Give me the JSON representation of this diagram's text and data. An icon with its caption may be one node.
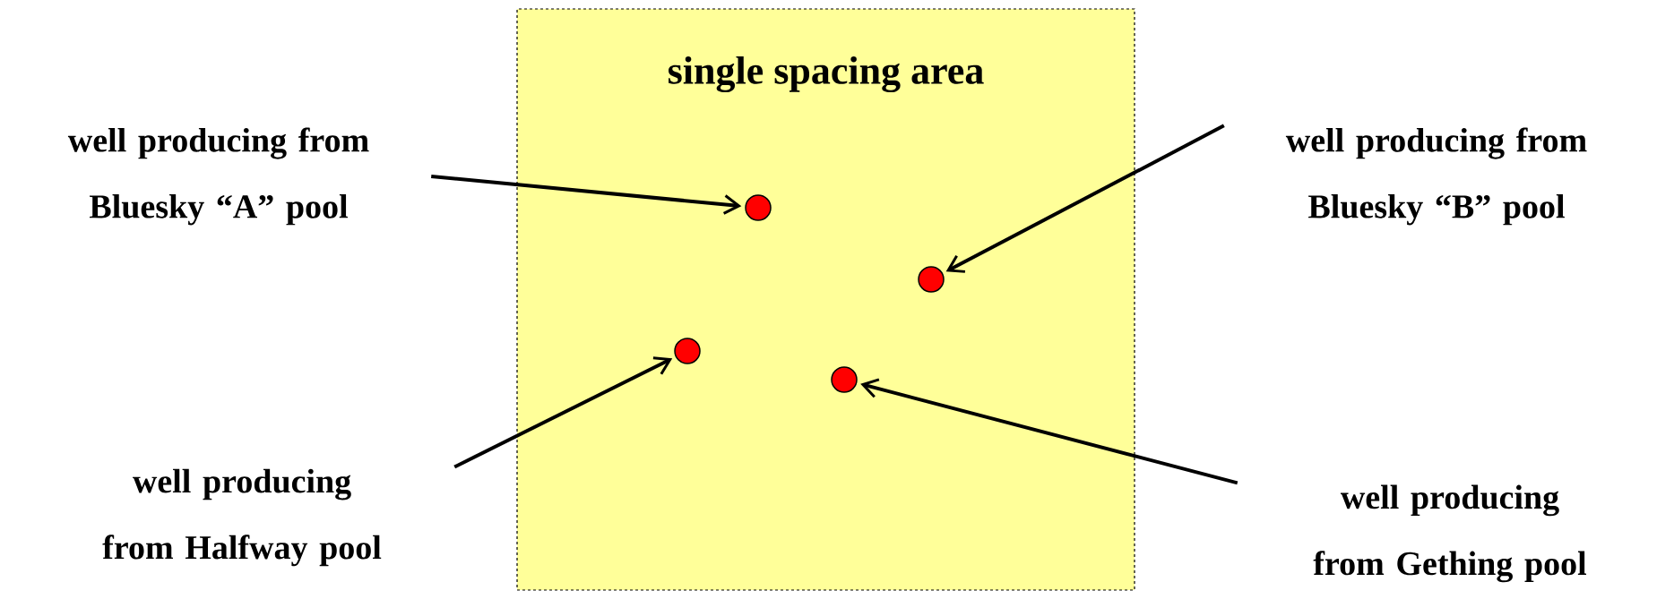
{
  "diagram": {
    "nodes": [
      {
        "text": [
          "single spacing area"
        ]
      },
      {
        "text": [],
        "shape": "circle",
        "in": 0
      },
      {
        "text": [],
        "shape": "circle",
        "in": 0
      },
      {
        "text": [],
        "shape": "circle",
        "in": 0
      },
      {
        "text": [],
        "shape": "circle",
        "in": 0
      },
      {
        "text": [
          "well producing from Bluesky “A” pool"
        ]
      },
      {
        "text": [
          "well producing from Bluesky “B” pool"
        ]
      },
      {
        "text": [
          "well producing from Halfway pool"
        ]
      },
      {
        "text": [
          "well producing from Gething pool"
        ]
      }
    ],
    "edges": [
      {
        "from": 5,
        "to": 1,
        "arrow": "to"
      },
      {
        "from": 6,
        "to": 2,
        "arrow": "to"
      },
      {
        "from": 7,
        "to": 3,
        "arrow": "to"
      },
      {
        "from": 8,
        "to": 4,
        "arrow": "to"
      }
    ]
  }
}
